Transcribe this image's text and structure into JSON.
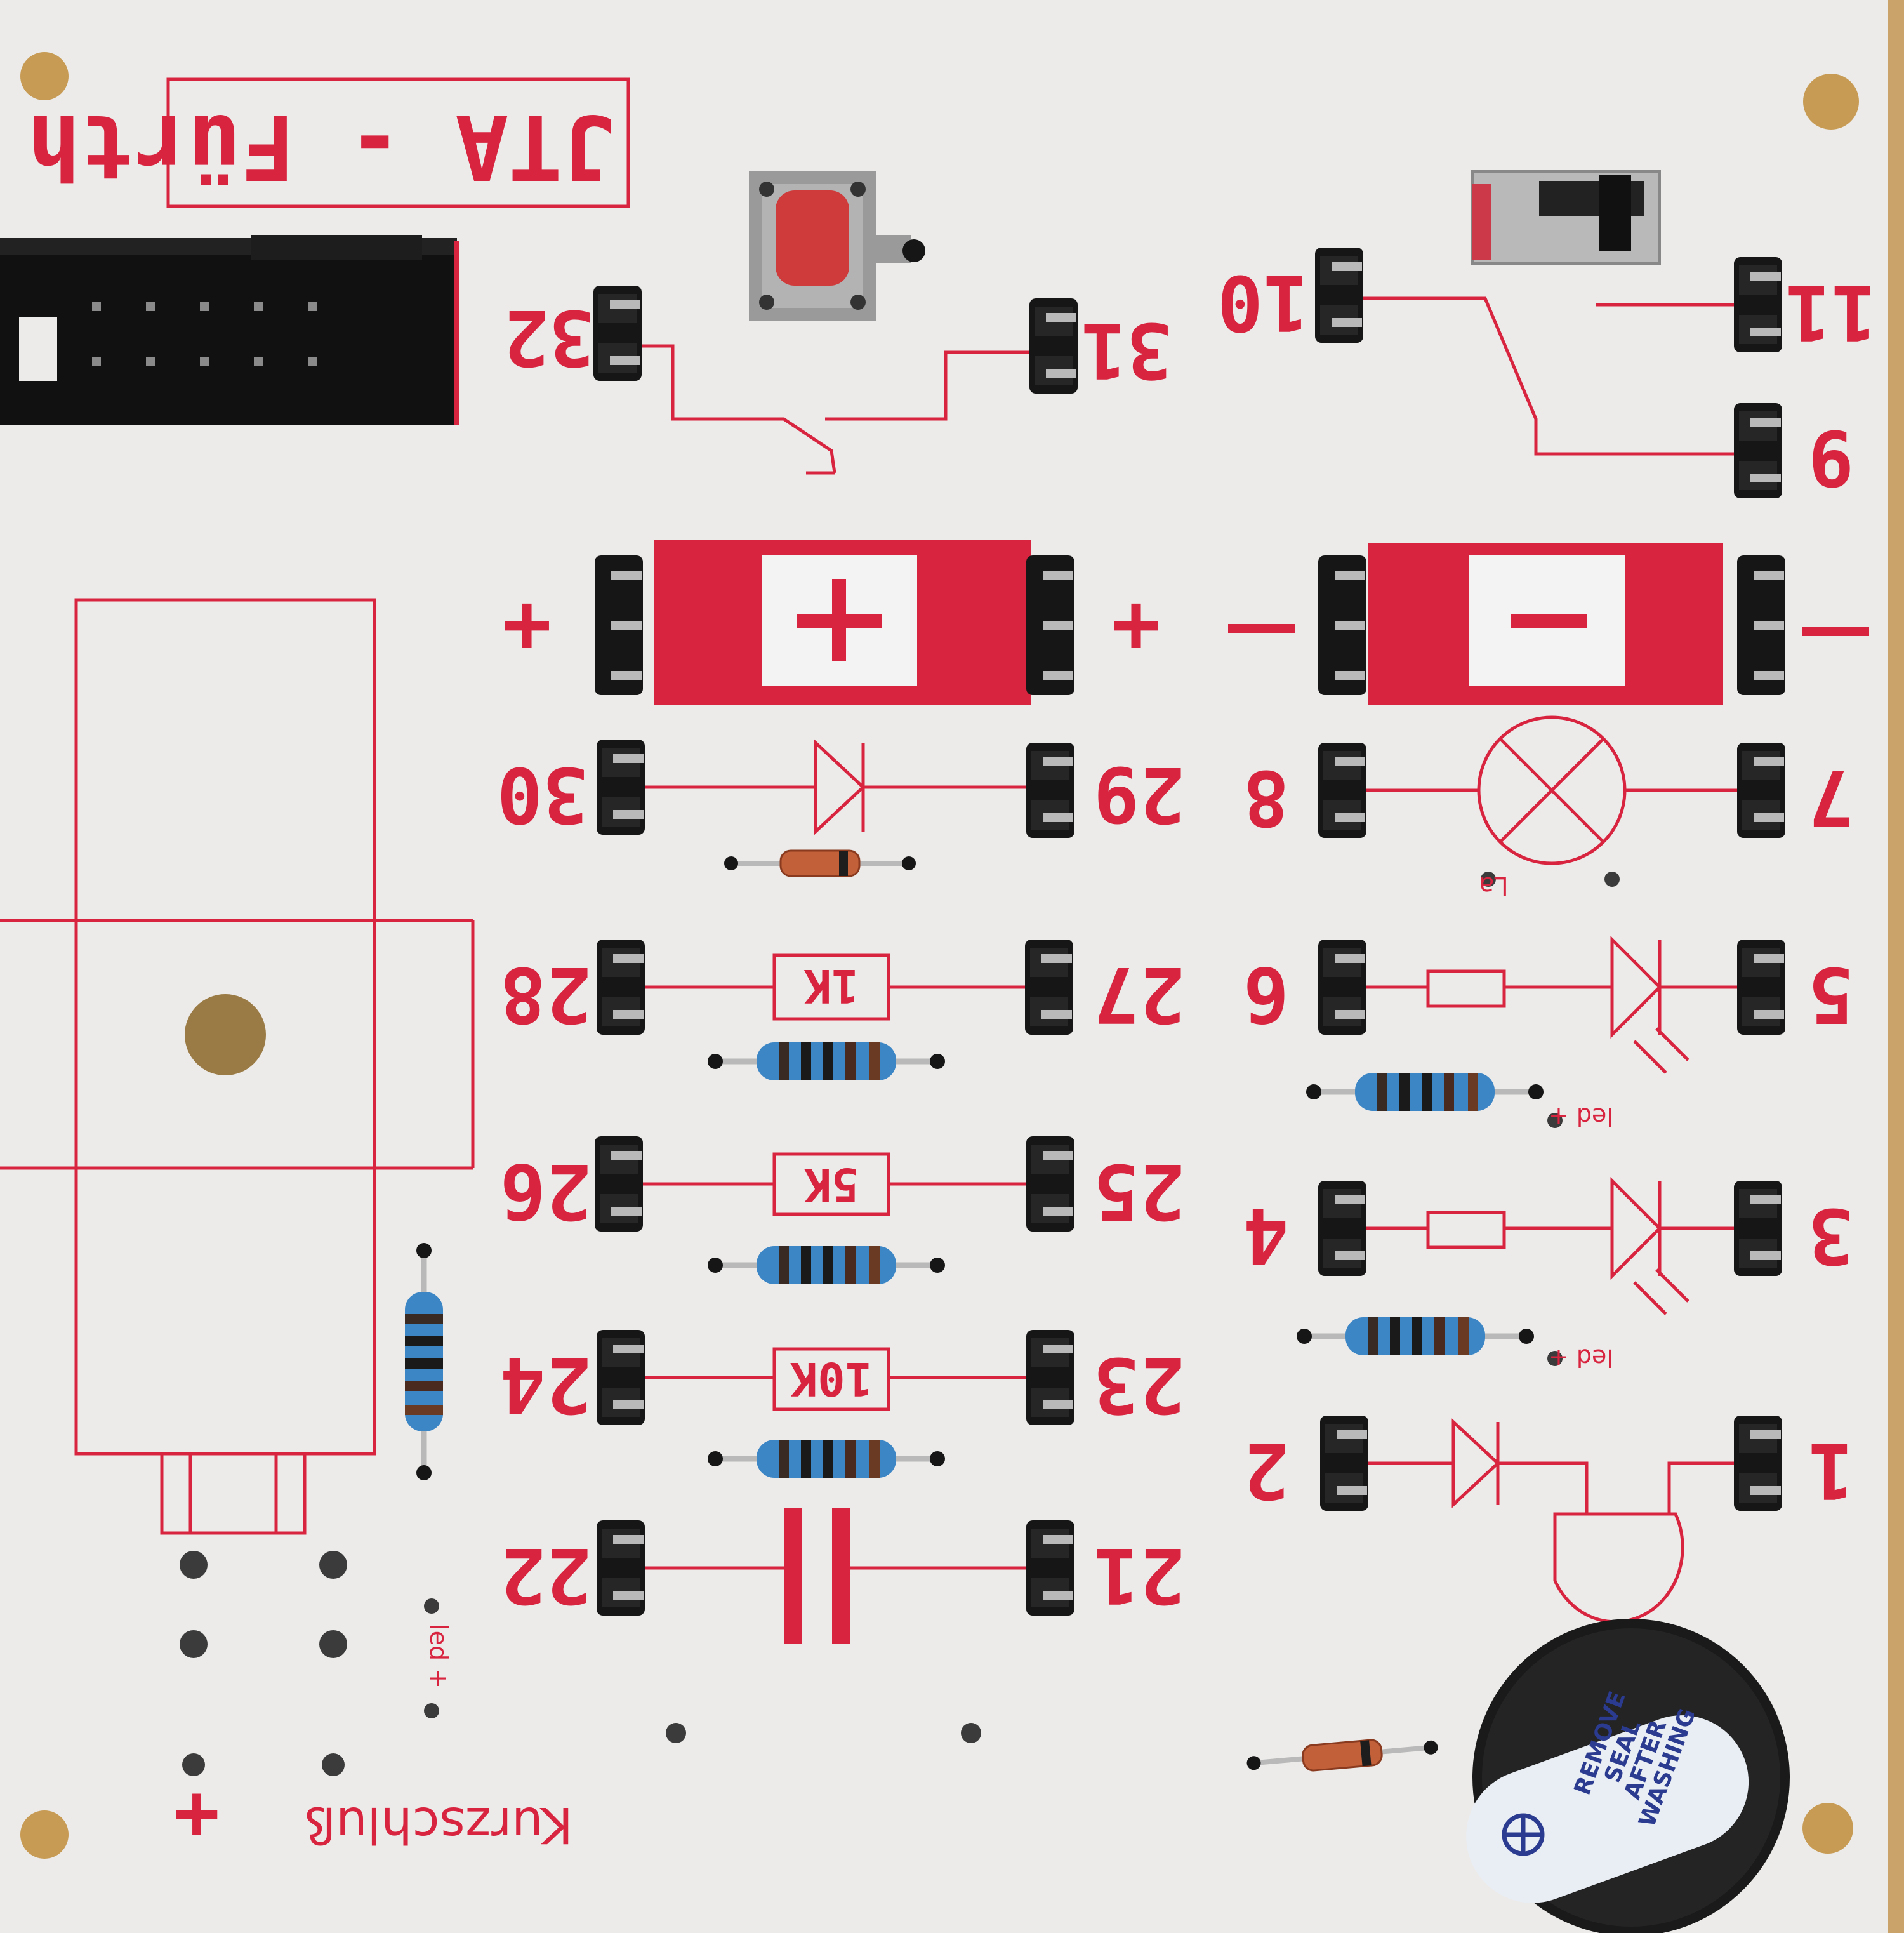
{
  "board": {
    "title": "JTA - Fürth",
    "short_label": "Kurzschluß",
    "led_label": "led +",
    "lamp_label": "La"
  },
  "pin_numbers": {
    "p1": "1",
    "p2": "2",
    "p3": "3",
    "p4": "4",
    "p5": "5",
    "p6": "6",
    "p7": "7",
    "p8": "8",
    "p9": "9",
    "p10": "10",
    "p11": "11",
    "p21": "21",
    "p22": "22",
    "p23": "23",
    "p24": "24",
    "p25": "25",
    "p26": "26",
    "p27": "27",
    "p28": "28",
    "p29": "29",
    "p30": "30",
    "p31": "31",
    "p32": "32"
  },
  "rails": {
    "plus": "+",
    "minus": "−"
  },
  "resistors": {
    "r1": "1K",
    "r2": "5K",
    "r3": "10K"
  },
  "buzzer_sticker": {
    "line1": "REMOVE",
    "line2": "SEAL",
    "line3": "AFTER",
    "line4": "WASHING"
  },
  "colors": {
    "silkscreen": "#d8243f",
    "board": "#ecebe9",
    "header_black": "#141414",
    "wood": "#c9a36a"
  }
}
